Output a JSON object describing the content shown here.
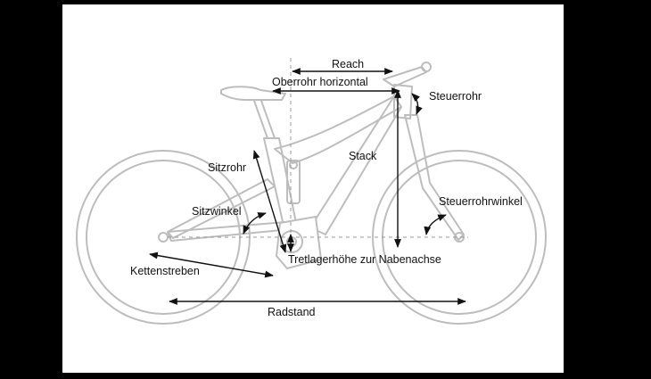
{
  "labels": {
    "reach": "Reach",
    "top_tube_horizontal": "Oberrohr horizontal",
    "head_tube": "Steuerrohr",
    "seat_tube": "Sitzrohr",
    "stack": "Stack",
    "seat_angle": "Sitzwinkel",
    "head_tube_angle": "Steuerrohrwinkel",
    "bb_height_to_hub_axle": "Tretlagerhöhe zur Nabenachse",
    "chainstays": "Kettenstreben",
    "wheelbase": "Radstand"
  },
  "colors": {
    "background": "#000000",
    "canvas": "#ffffff",
    "bike_outline": "#bdbdbd",
    "dimension_lines": "#111111"
  }
}
